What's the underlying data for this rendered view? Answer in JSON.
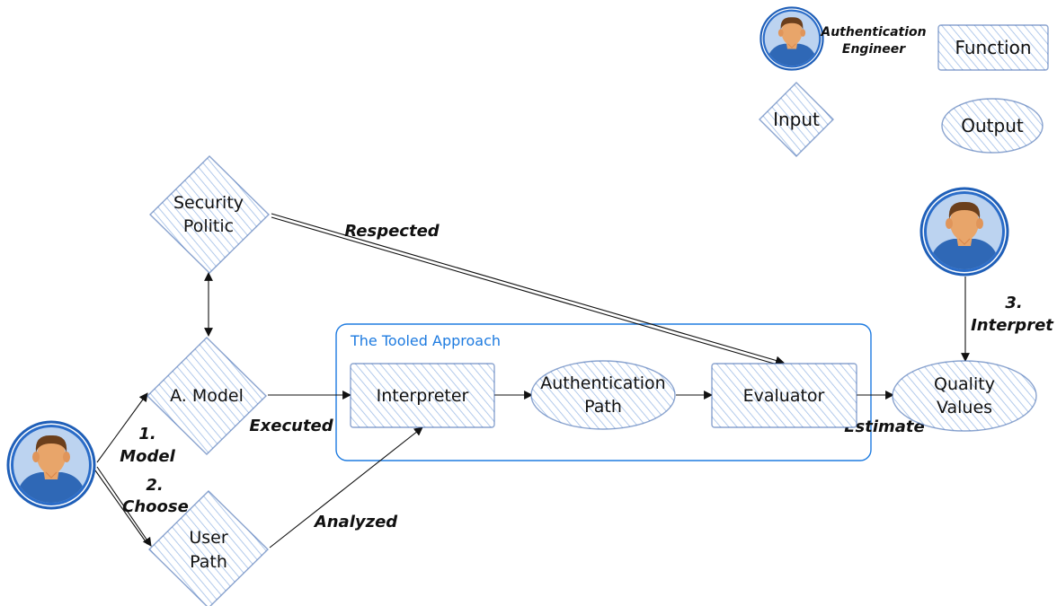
{
  "legend": {
    "actor_label_line1": "Authentication",
    "actor_label_line2": "Engineer",
    "function_label": "Function",
    "input_label": "Input",
    "output_label": "Output"
  },
  "nodes": {
    "security_politic": [
      "Security",
      "Politic"
    ],
    "a_model": "A. Model",
    "user_path": [
      "User",
      "Path"
    ],
    "interpreter": "Interpreter",
    "authentication_path": [
      "Authentication",
      "Path"
    ],
    "evaluator": "Evaluator",
    "quality_values": [
      "Quality",
      "Values"
    ]
  },
  "group": {
    "title": "The Tooled Approach"
  },
  "edges": {
    "respected": "Respected",
    "executed": "Executed",
    "analyzed": "Analyzed",
    "estimate": "Estimate",
    "step1": [
      "1.",
      "Model"
    ],
    "step2": [
      "2.",
      "Choose"
    ],
    "step3": [
      "3.",
      "Interpret"
    ]
  },
  "colors": {
    "node_fill": "#dce7f6",
    "node_stroke": "#2b5aa8",
    "group_border": "#1e7be0",
    "avatar_ring": "#1f5fb8",
    "skin": "#e8a56a",
    "hair": "#6b3f1c"
  },
  "icons": {
    "actor": "person-avatar-icon"
  }
}
